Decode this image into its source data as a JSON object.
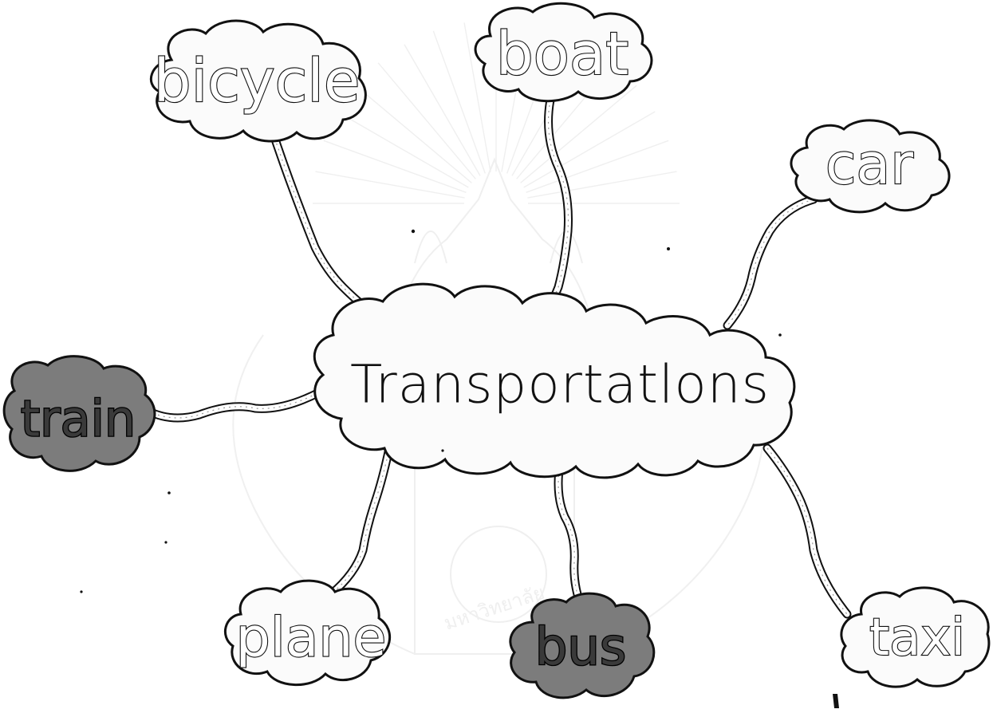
{
  "center": {
    "label": "Transportatlons"
  },
  "nodes": [
    {
      "id": "bicycle",
      "label": "bicycle",
      "style": "light"
    },
    {
      "id": "boat",
      "label": "boat",
      "style": "light"
    },
    {
      "id": "car",
      "label": "car",
      "style": "light"
    },
    {
      "id": "train",
      "label": "train",
      "style": "dark"
    },
    {
      "id": "plane",
      "label": "plane",
      "style": "light"
    },
    {
      "id": "bus",
      "label": "bus",
      "style": "dark"
    },
    {
      "id": "taxi",
      "label": "taxi",
      "style": "light"
    }
  ],
  "colors": {
    "ink": "#111111",
    "paper": "#ffffff",
    "shade": "#7c7c7c",
    "watermark": "#8a8a8a"
  }
}
